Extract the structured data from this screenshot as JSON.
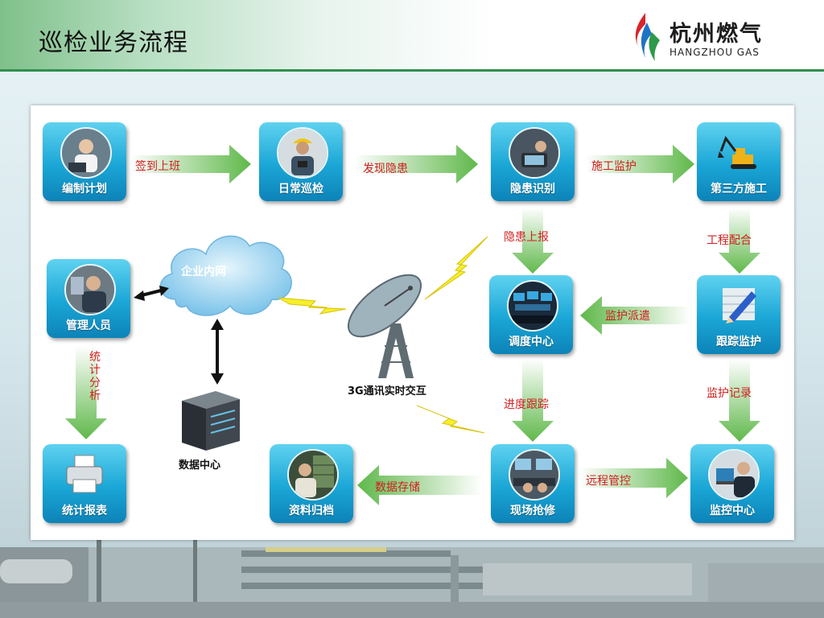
{
  "header": {
    "title": "巡检业务流程",
    "logo_cn": "杭州燃气",
    "logo_en": "HANGZHOU GAS"
  },
  "nodes": {
    "plan": "编制计划",
    "daily": "日常巡检",
    "hazard": "隐患识别",
    "third": "第三方施工",
    "manager": "管理人员",
    "dispatch": "调度中心",
    "track": "跟踪监护",
    "report": "统计报表",
    "archive": "资料归档",
    "repair": "现场抢修",
    "monitor": "监控中心"
  },
  "edges": {
    "signin": "签到上班",
    "discover": "发现隐患",
    "construction": "施工监护",
    "hazard_report": "隐患上报",
    "cooperate": "工程配合",
    "dispatch_guard": "监护派遣",
    "stats": "统计分析",
    "progress": "进度跟踪",
    "record": "监护记录",
    "store": "数据存储",
    "remote": "远程管控"
  },
  "labels": {
    "intranet": "企业内网",
    "datacenter": "数据中心",
    "comm": "3G通讯实时交互"
  }
}
